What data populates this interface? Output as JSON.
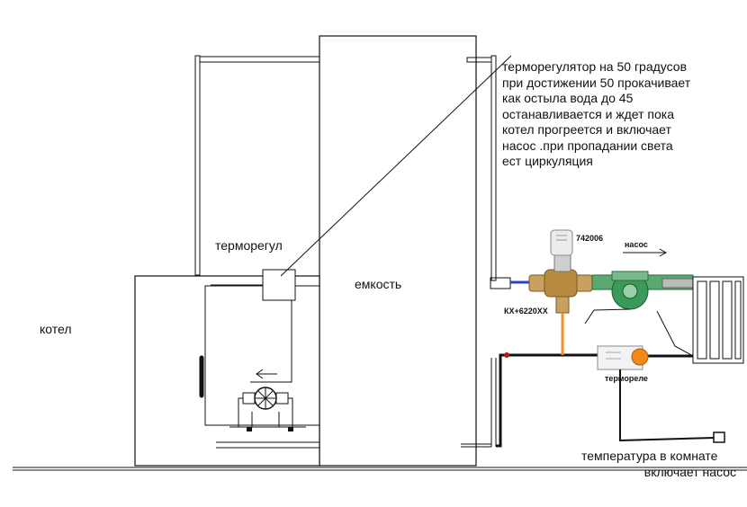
{
  "labels": {
    "boiler": "котел",
    "thermoregulator": "терморегул",
    "tank": "емкость",
    "pump": "насос",
    "mixing_valve_code": "742006",
    "valve_model": "КХ+6220ХХ",
    "thermo_relay": "термореле"
  },
  "note_lines": [
    "терморегулятор на 50 градусов",
    "при достижении 50 прокачивает",
    "как остыла вода до 45",
    "останавливается и ждет пока",
    "котел прогреется и включает",
    "насос .при пропадании света",
    "ест циркуляция"
  ],
  "bottom_note_lines": [
    "температура в комнате",
    "включает насос"
  ],
  "colors": {
    "line": "#111111",
    "orange_pipe": "#f0902a",
    "blue_pipe": "#2a3fd0",
    "red_point": "#cc1111",
    "pump_green": "#2f8f4f",
    "relay_orange": "#f08a1a",
    "brass": "#c8a060"
  }
}
